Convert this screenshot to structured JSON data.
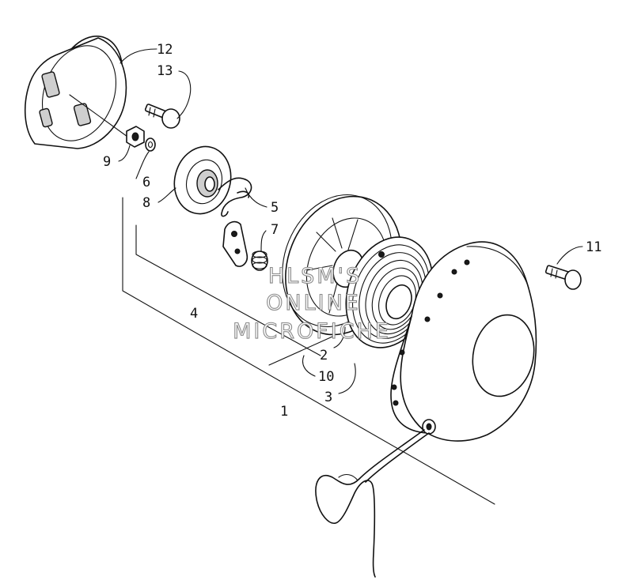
{
  "callouts": {
    "c1": "1",
    "c2": "2",
    "c3": "3",
    "c4": "4",
    "c5": "5",
    "c6": "6",
    "c7": "7",
    "c8": "8",
    "c9": "9",
    "c10": "10",
    "c11": "11",
    "c12": "12",
    "c13": "13"
  },
  "watermark": {
    "line1": "HLSM'S",
    "line2": "ONLINE",
    "line3": "MICROFICHE"
  },
  "colors": {
    "ink": "#111111",
    "background": "#ffffff",
    "watermark_outline": "#8a8a8a"
  }
}
